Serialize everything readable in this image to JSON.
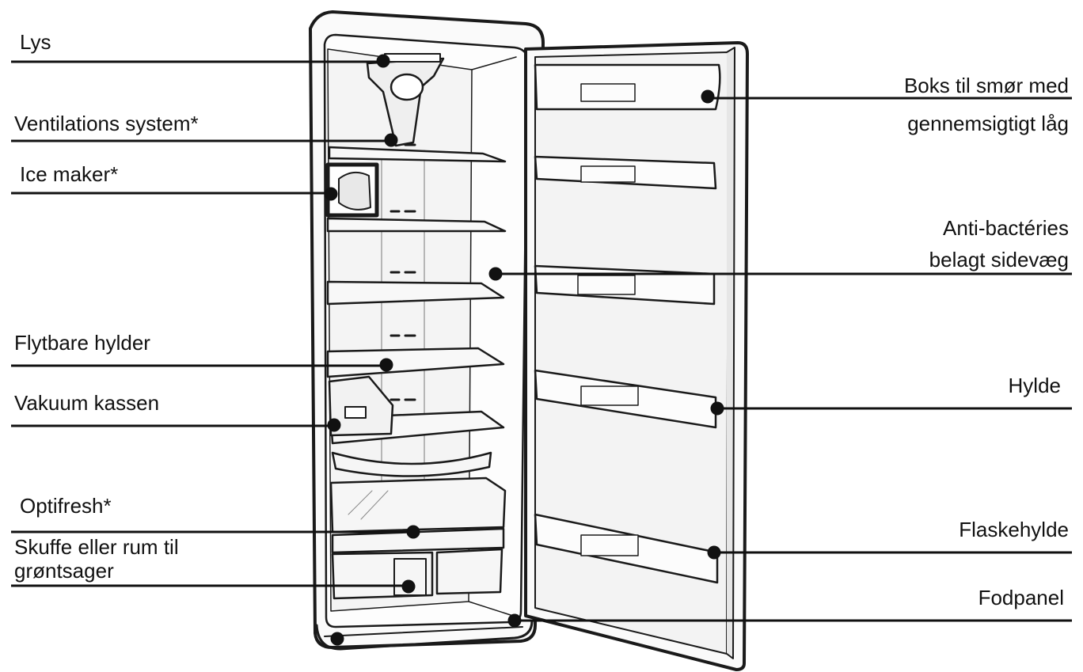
{
  "callouts": {
    "left": [
      {
        "text": "Lys"
      },
      {
        "text": "Ventilations system*"
      },
      {
        "text": "Ice maker*"
      },
      {
        "text": "Flytbare hylder"
      },
      {
        "text": "Vakuum kassen"
      },
      {
        "text": "Optifresh*"
      },
      {
        "text": "Skuffe eller rum til\ngrøntsager"
      }
    ],
    "right": [
      {
        "text": "Boks til smør med\ngennemsigtigt låg"
      },
      {
        "text": "Anti-bactéries\nbelagt sidevæg"
      },
      {
        "text": "Hylde"
      },
      {
        "text": "Flaskehylde"
      },
      {
        "text": "Fodpanel"
      }
    ]
  }
}
